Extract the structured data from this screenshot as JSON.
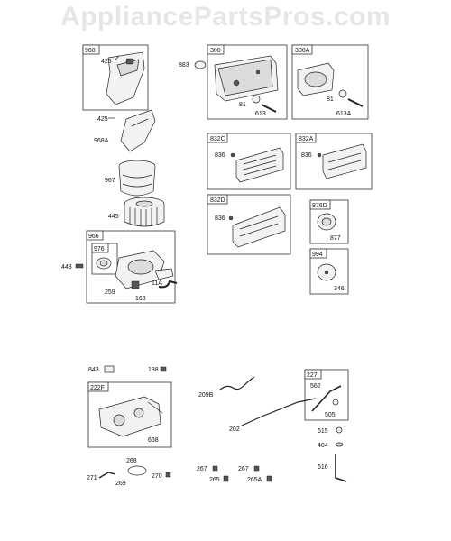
{
  "watermark": "AppliancePartsPros.com",
  "panels": {
    "p968": "968",
    "p300": "300",
    "p300A": "300A",
    "p832C": "832C",
    "p832A": "832A",
    "p832D": "832D",
    "p876D": "876D",
    "p994": "994",
    "p966": "966",
    "p976": "976",
    "p222F": "222F",
    "p227": "227"
  },
  "labels": {
    "l425a": "425",
    "l883": "883",
    "l81a": "81",
    "l613": "613",
    "l81b": "81",
    "l613A": "613A",
    "l425b": "425",
    "l968A": "968A",
    "l967": "967",
    "l445": "445",
    "l836a": "836",
    "l836b": "836",
    "l836c": "836",
    "l877": "877",
    "l443": "443",
    "l346": "346",
    "l11A": "11A",
    "l259": "259",
    "l163": "163",
    "l843": "843",
    "l188": "188",
    "l209B": "209B",
    "l562": "562",
    "l505": "505",
    "l202": "202",
    "l615": "615",
    "l404": "404",
    "l616": "616",
    "l668": "668",
    "l268": "268",
    "l271": "271",
    "l269": "269",
    "l270": "270",
    "l267a": "267",
    "l265": "265",
    "l267b": "267",
    "l265A": "265A"
  }
}
